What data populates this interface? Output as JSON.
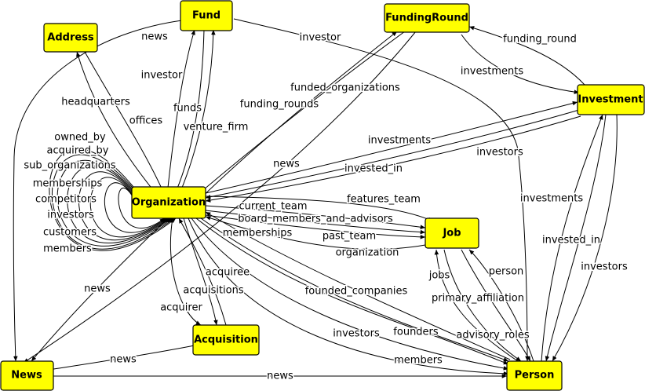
{
  "nodes": {
    "fund": "Fund",
    "address": "Address",
    "funding_round": "FundingRound",
    "investment": "Investment",
    "organization": "Organization",
    "job": "Job",
    "acquisition": "Acquisition",
    "news": "News",
    "person": "Person"
  },
  "edge_labels": {
    "fund_news": "news",
    "fund_investor_person": "investor",
    "fund_investor_org": "investor",
    "org_funds": "funds",
    "org_venture_firm": "venture_firm",
    "org_headquarters": "headquarters",
    "org_offices": "offices",
    "fr_funded_organizations": "funded_organizations",
    "org_funding_rounds": "funding_rounds",
    "inv_funding_round": "funding_round",
    "fr_investments": "investments",
    "org_investments": "investments",
    "org_investors": "investors",
    "org_invested_in": "invested_in",
    "org_news": "news",
    "self_owned_by": "owned_by",
    "self_acquired_by": "acquired_by",
    "self_sub_organizations": "sub_organizations",
    "self_memberships": "memberships",
    "self_competitors": "competitors",
    "self_investors": "investors",
    "self_customers": "customers",
    "self_members": "members",
    "job_features_team": "features_team",
    "job_current_team": "current_team",
    "job_board": "board_members_and_advisors",
    "org_memberships_person": "memberships",
    "job_past_team": "past_team",
    "job_organization": "organization",
    "org_news_left": "news",
    "acq_acquiree": "acquiree",
    "acq_acquisitions": "acquisitions",
    "acq_acquirer": "acquirer",
    "acq_news": "news",
    "org_founded_companies": "founded_companies",
    "org_investors_person": "investors",
    "org_founders": "founders",
    "org_members": "members",
    "job_jobs": "jobs",
    "job_primary_affiliation": "primary_affiliation",
    "job_person": "person",
    "job_advisory_roles": "advisory_roles",
    "inv_investments_person": "investments",
    "inv_invested_in_person": "invested_in",
    "inv_investors_person": "investors",
    "news_person": "news"
  }
}
